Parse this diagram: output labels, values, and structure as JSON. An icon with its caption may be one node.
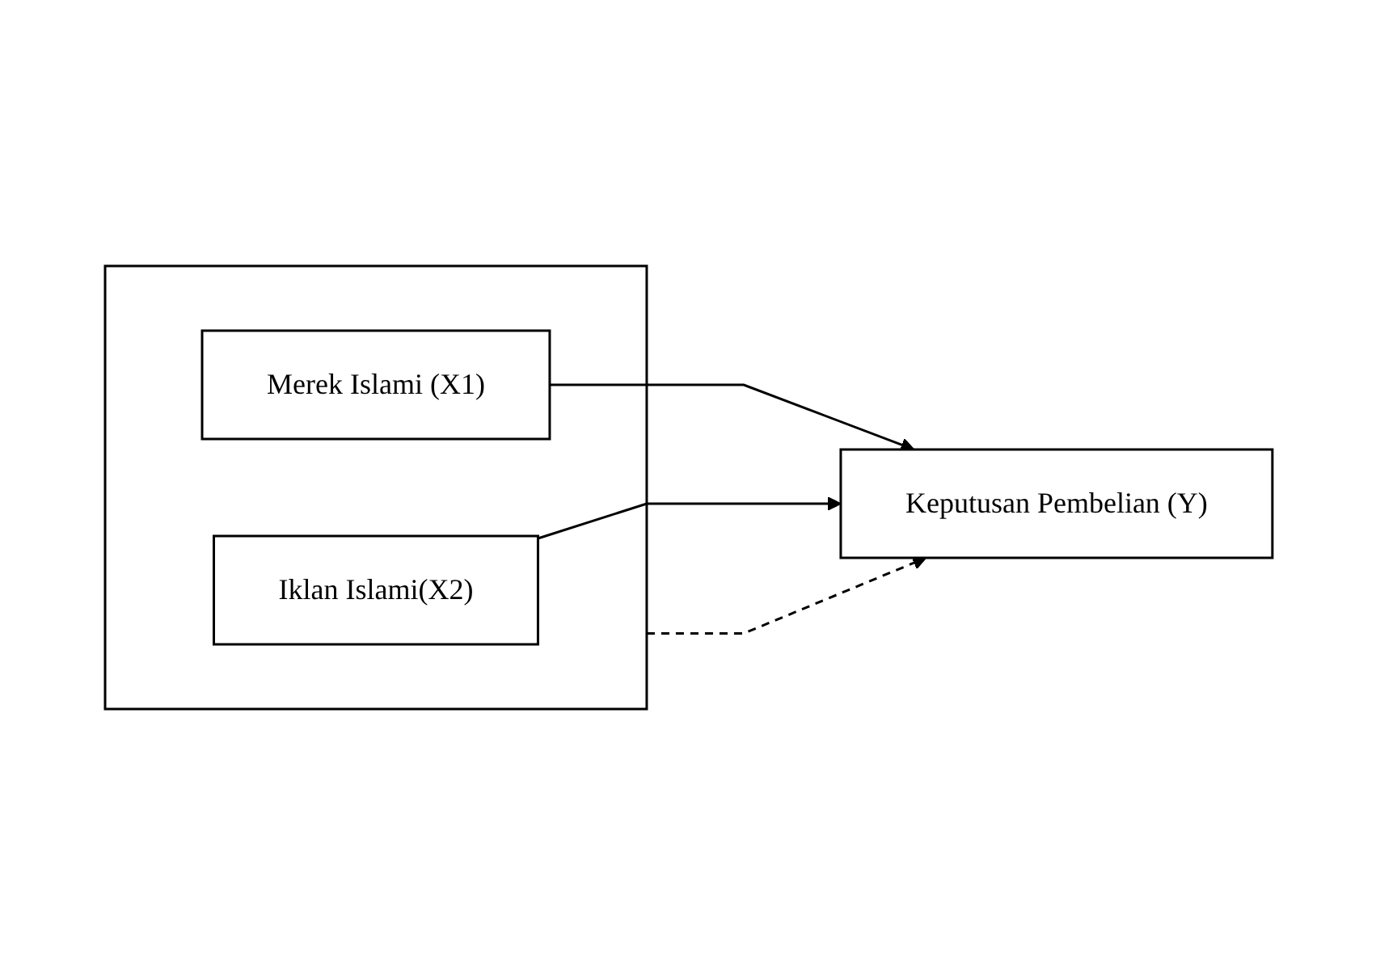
{
  "diagram": {
    "nodes": [
      {
        "text": [],
        "shape": "box"
      },
      {
        "text": [
          "Merek Islami (X1)"
        ],
        "in": 0
      },
      {
        "text": [
          "Iklan Islami(X2)"
        ],
        "in": 0
      },
      {
        "text": [
          "Keputusan Pembelian (Y)"
        ]
      }
    ],
    "edges": [
      {
        "from": 1,
        "to": 3,
        "arrow": "to"
      },
      {
        "from": 2,
        "to": 3,
        "arrow": "to"
      },
      {
        "from": 0,
        "to": 3,
        "arrow": "to",
        "style": "dashed"
      }
    ]
  }
}
